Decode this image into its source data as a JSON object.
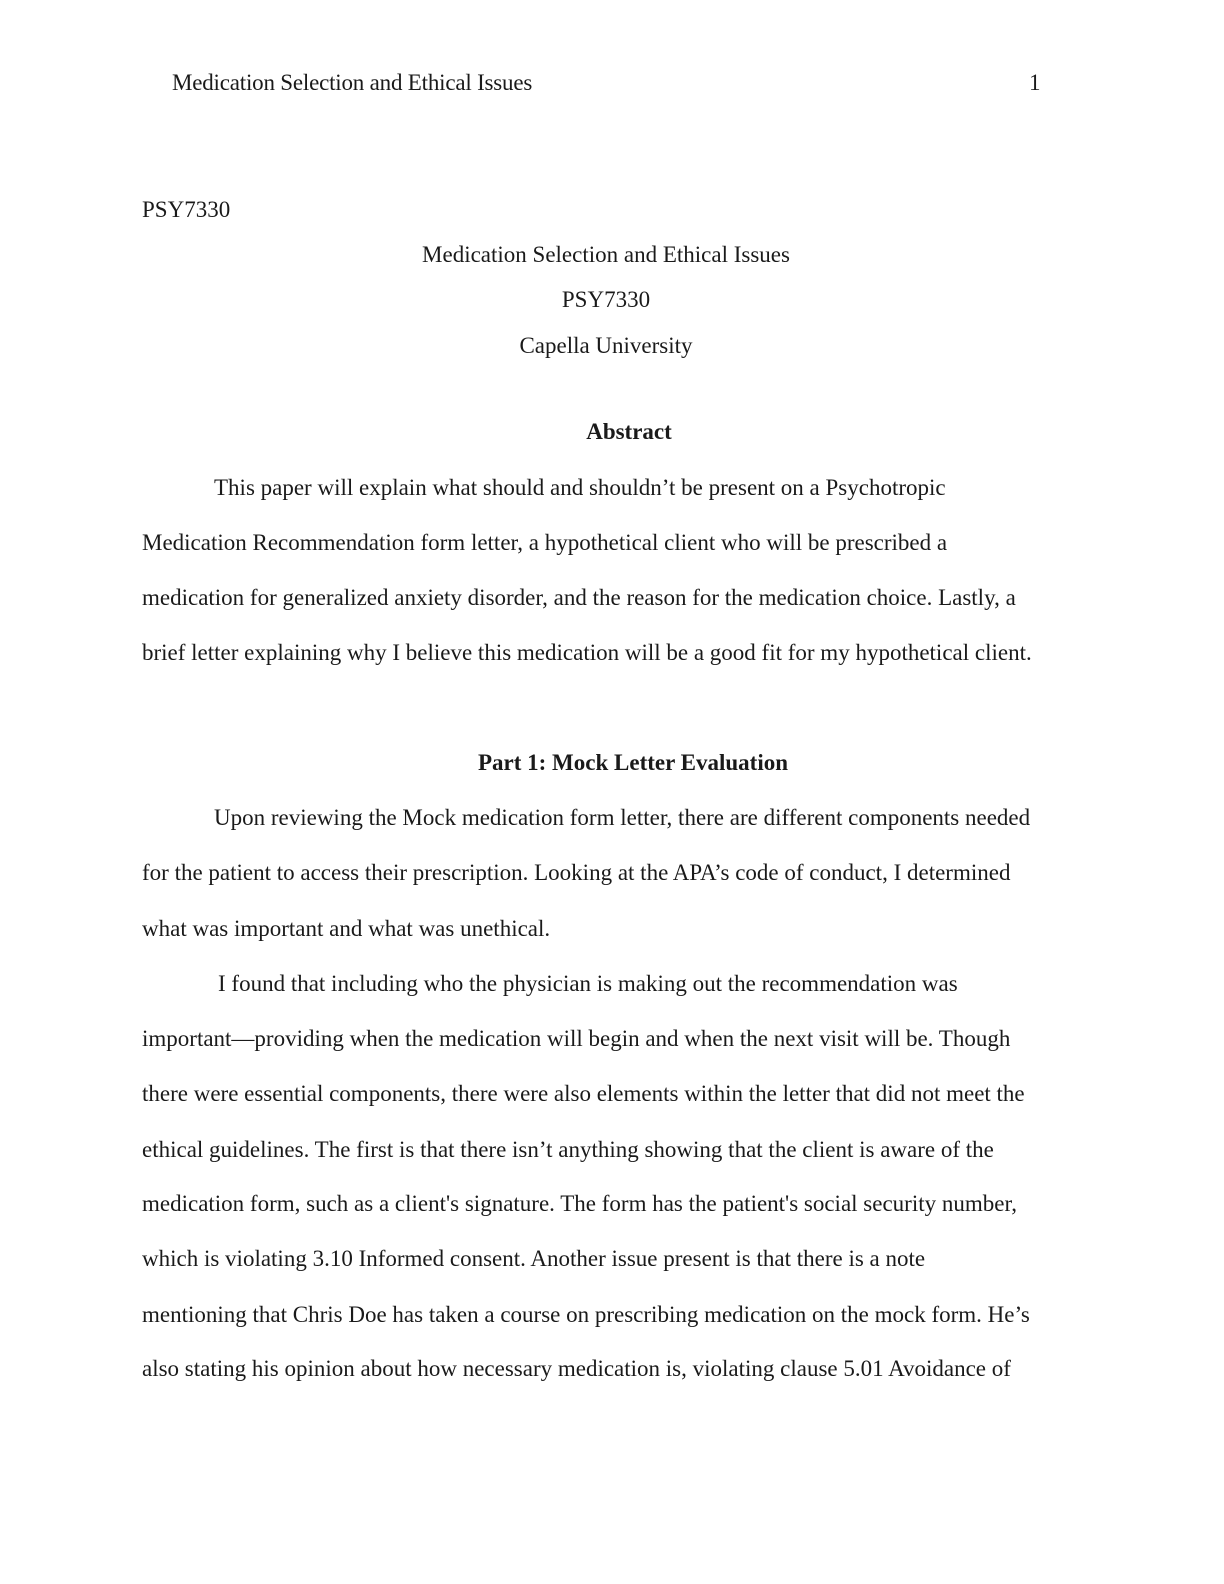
{
  "header": {
    "running_head": "Medication Selection and Ethical Issues",
    "page_number": "1"
  },
  "course_code": "PSY7330",
  "title_page": {
    "title": "Medication Selection and Ethical Issues",
    "course": "PSY7330",
    "institution": "Capella University"
  },
  "abstract": {
    "heading": "Abstract",
    "lines": [
      "This paper will explain what should and shouldn’t be present on a Psychotropic",
      "Medication Recommendation form letter, a hypothetical client who will be prescribed a",
      "medication for generalized anxiety disorder, and the reason for the medication choice. Lastly, a",
      "brief letter explaining why I believe this medication will be a good fit for my hypothetical client."
    ]
  },
  "part1": {
    "heading": "Part 1: Mock Letter Evaluation",
    "paragraph1": {
      "lines": [
        "Upon reviewing the Mock medication form letter, there are different components needed",
        "for the patient to access their prescription. Looking at the APA’s code of conduct, I determined",
        "what was important and what was unethical."
      ]
    },
    "paragraph2": {
      "lines": [
        "I found that including who the physician is making out the recommendation was",
        "important—providing when the medication will begin and when the next visit will be. Though",
        "there were essential components, there were also elements within the letter that did not meet the",
        "ethical guidelines. The first is that there isn’t anything showing that the client is aware of the",
        "medication form, such as a client's signature. The form has the patient's social security number,",
        "which is violating 3.10 Informed consent. Another issue present is that there is a note",
        "mentioning that Chris Doe has taken a course on prescribing medication on the mock form. He’s",
        "also stating his opinion about how necessary medication is, violating clause 5.01 Avoidance of"
      ]
    }
  }
}
